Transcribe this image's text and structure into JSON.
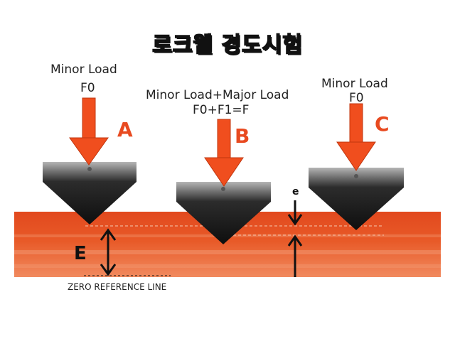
{
  "title": "로크웰 경도시험",
  "labels": {
    "a_load": "Minor Load",
    "a_force": "F0",
    "b_load": "Minor Load+Major Load",
    "b_force": "F0+F1=F",
    "c_load": "Minor Load",
    "c_force": "F0",
    "a_letter": "A",
    "b_letter": "B",
    "c_letter": "C",
    "e_big": "E",
    "e_small": "e",
    "reference_line": "ZERO REFERENCE LINE"
  },
  "colors": {
    "load_arrow": "#f04e1e",
    "material_dark": "#d9461d",
    "material_light": "#f07a4a",
    "indenter_dark": "#1a1a1a",
    "indenter_light": "#9a9a9a"
  }
}
